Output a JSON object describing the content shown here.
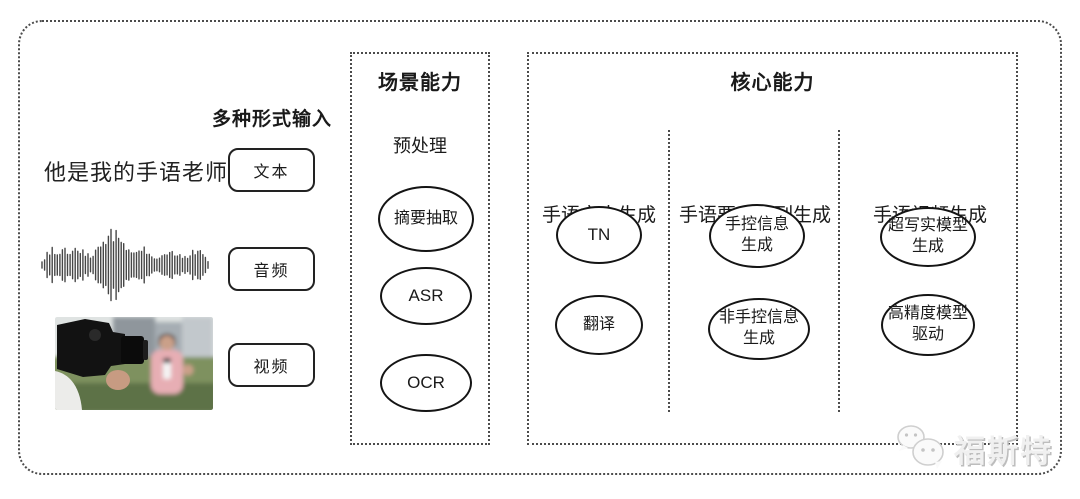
{
  "input_section": {
    "header": "多种形式输入",
    "sample_text": "他是我的手语老师",
    "items": [
      {
        "label": "文本"
      },
      {
        "label": "音频"
      },
      {
        "label": "视频"
      }
    ],
    "media": {
      "audio_icon": "audio-waveform-icon",
      "video_icon": "reporter-interview-photo"
    }
  },
  "scene_box": {
    "title": "场景能力",
    "subtitle": "预处理",
    "nodes": [
      "摘要抽取",
      "ASR",
      "OCR"
    ]
  },
  "core_box": {
    "title": "核心能力",
    "columns": [
      {
        "header": "手语文本生成",
        "nodes": [
          "TN",
          "翻译"
        ]
      },
      {
        "header": "手语要素序列生成",
        "nodes": [
          "手控信息生成",
          "非手控信息生成"
        ]
      },
      {
        "header": "手语视频生成",
        "nodes": [
          "超写实模型生成",
          "高精度模型驱动"
        ]
      }
    ]
  },
  "watermark": {
    "text": "福斯特",
    "icon": "chat-bubbles-icon"
  },
  "colors": {
    "node_stroke": "#141414",
    "dotted_border": "#4c4c4c",
    "watermark_gray": "#bdbdbd",
    "blazer_pink": "#e7aeb4"
  }
}
